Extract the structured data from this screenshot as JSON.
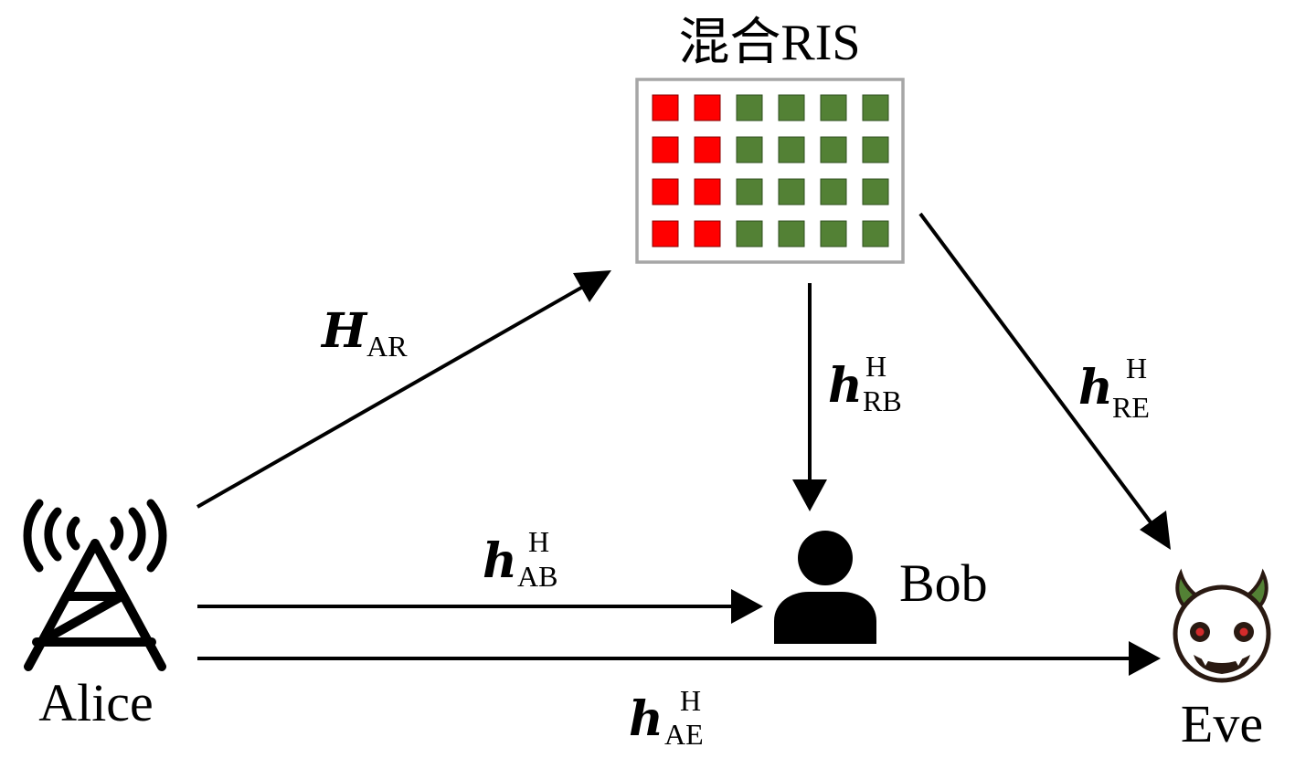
{
  "ris": {
    "title": "混合RIS",
    "rows": 4,
    "red_columns": 2,
    "green_columns": 4,
    "colors": {
      "active": "#ff0000",
      "passive": "#538135",
      "frame": "#a6a6a6"
    }
  },
  "nodes": {
    "alice": "Alice",
    "bob": "Bob",
    "eve": "Eve"
  },
  "channels": {
    "ar": {
      "main": "H",
      "sub": "AR",
      "sup": ""
    },
    "rb": {
      "main": "h",
      "sub": "RB",
      "sup": "H"
    },
    "re": {
      "main": "h",
      "sub": "RE",
      "sup": "H"
    },
    "ab": {
      "main": "h",
      "sub": "AB",
      "sup": "H"
    },
    "ae": {
      "main": "h",
      "sub": "AE",
      "sup": "H"
    }
  },
  "icons": {
    "alice": "antenna-tower-icon",
    "bob": "person-icon",
    "eve": "devil-face-icon"
  }
}
